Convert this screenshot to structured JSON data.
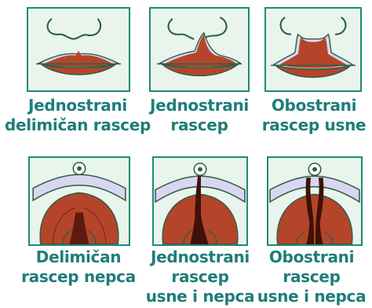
{
  "colors": {
    "border": "#1d8a7a",
    "panel_bg": "#e9f4ec",
    "lip": "#b5452a",
    "lip_dark": "#7a2a16",
    "mucosa_rim": "#d9d6f2",
    "outline": "#2f5f47",
    "caption_text": "#1f7d78"
  },
  "panels": [
    {
      "type": "unilateral-incomplete-cleft-lip",
      "caption": [
        "Jednostrani",
        "delimičan rascep"
      ]
    },
    {
      "type": "unilateral-cleft-lip",
      "caption": [
        "Jednostrani",
        "rascep"
      ]
    },
    {
      "type": "bilateral-cleft-lip",
      "caption": [
        "Obostrani",
        "rascep usne"
      ]
    },
    {
      "type": "incomplete-cleft-palate",
      "caption": [
        "Delimičan",
        "rascep nepca"
      ]
    },
    {
      "type": "unilateral-cleft-lip-and-palate",
      "caption": [
        "Jednostrani",
        "rascep",
        "usne i nepca"
      ]
    },
    {
      "type": "bilateral-cleft-lip-and-palate",
      "caption": [
        "Obostrani",
        "rascep",
        "usne i nepca"
      ]
    }
  ]
}
